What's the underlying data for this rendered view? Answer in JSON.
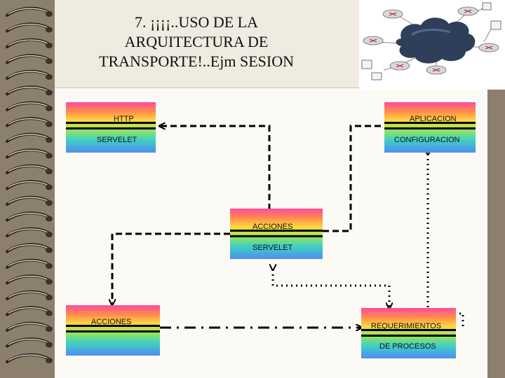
{
  "slide": {
    "title": "7. ¡¡¡¡..USO  DE  LA\nARQUITECTURA DE\nTRANSPORTE!..Ejm SESION"
  },
  "boxes": {
    "http_servelet": {
      "line1": "HTTP",
      "line2": "SERVELET"
    },
    "aplicacion_configuracion": {
      "line1": "APLICACION",
      "line2": "CONFIGURACION"
    },
    "acciones_servelet": {
      "line1": "ACCIONES",
      "line2": "SERVELET"
    },
    "acciones": {
      "line1": "ACCIONES"
    },
    "requerimientos_procesos": {
      "line1": "REQUERIMIENTOS",
      "line2": "DE   PROCESOS"
    }
  },
  "colors": {
    "background": "#8d7f6e",
    "paper": "#fbfaf5",
    "connector": "#000000",
    "cloud": "#2f3f5a"
  },
  "icons": [
    "spiral-binding-icon",
    "network-cloud-icon",
    "router-icon",
    "computer-icon"
  ]
}
